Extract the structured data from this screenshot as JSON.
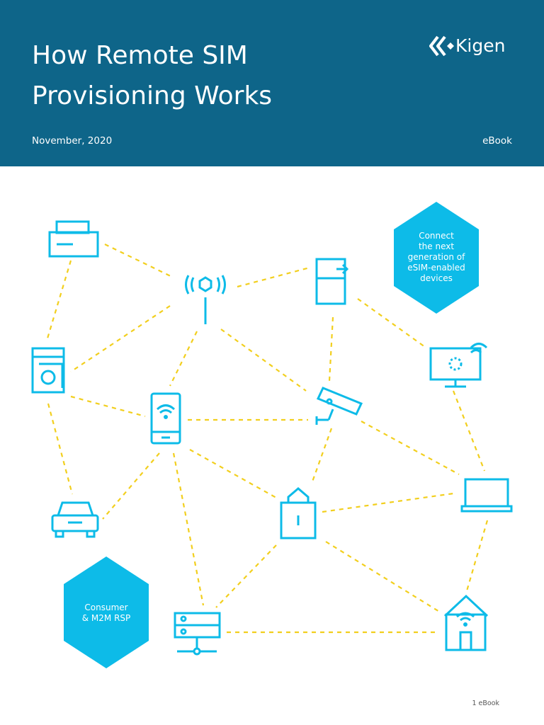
{
  "header": {
    "title": "How Remote SIM\nProvisioning Works",
    "date": "November, 2020",
    "doc_type": "eBook"
  },
  "logo": {
    "brand": "Kigen"
  },
  "hexagons": {
    "connect": "Connect\nthe next\ngeneration of\neSIM-enabled\ndevices",
    "rsp": "Consumer\n& M2M RSP"
  },
  "footer": {
    "page_label": "1 eBook"
  },
  "colors": {
    "header_bg": "#0e6589",
    "accent": "#0dbbe8",
    "dashed_line": "#f2cf1e",
    "text_on_dark": "#ffffff"
  },
  "icons": [
    "printer-icon",
    "cell-tower-icon",
    "refrigerator-icon",
    "washing-machine-icon",
    "smart-tv-icon",
    "smartphone-icon",
    "security-camera-icon",
    "car-icon",
    "padlock-icon",
    "laptop-icon",
    "server-icon",
    "smart-home-icon"
  ]
}
